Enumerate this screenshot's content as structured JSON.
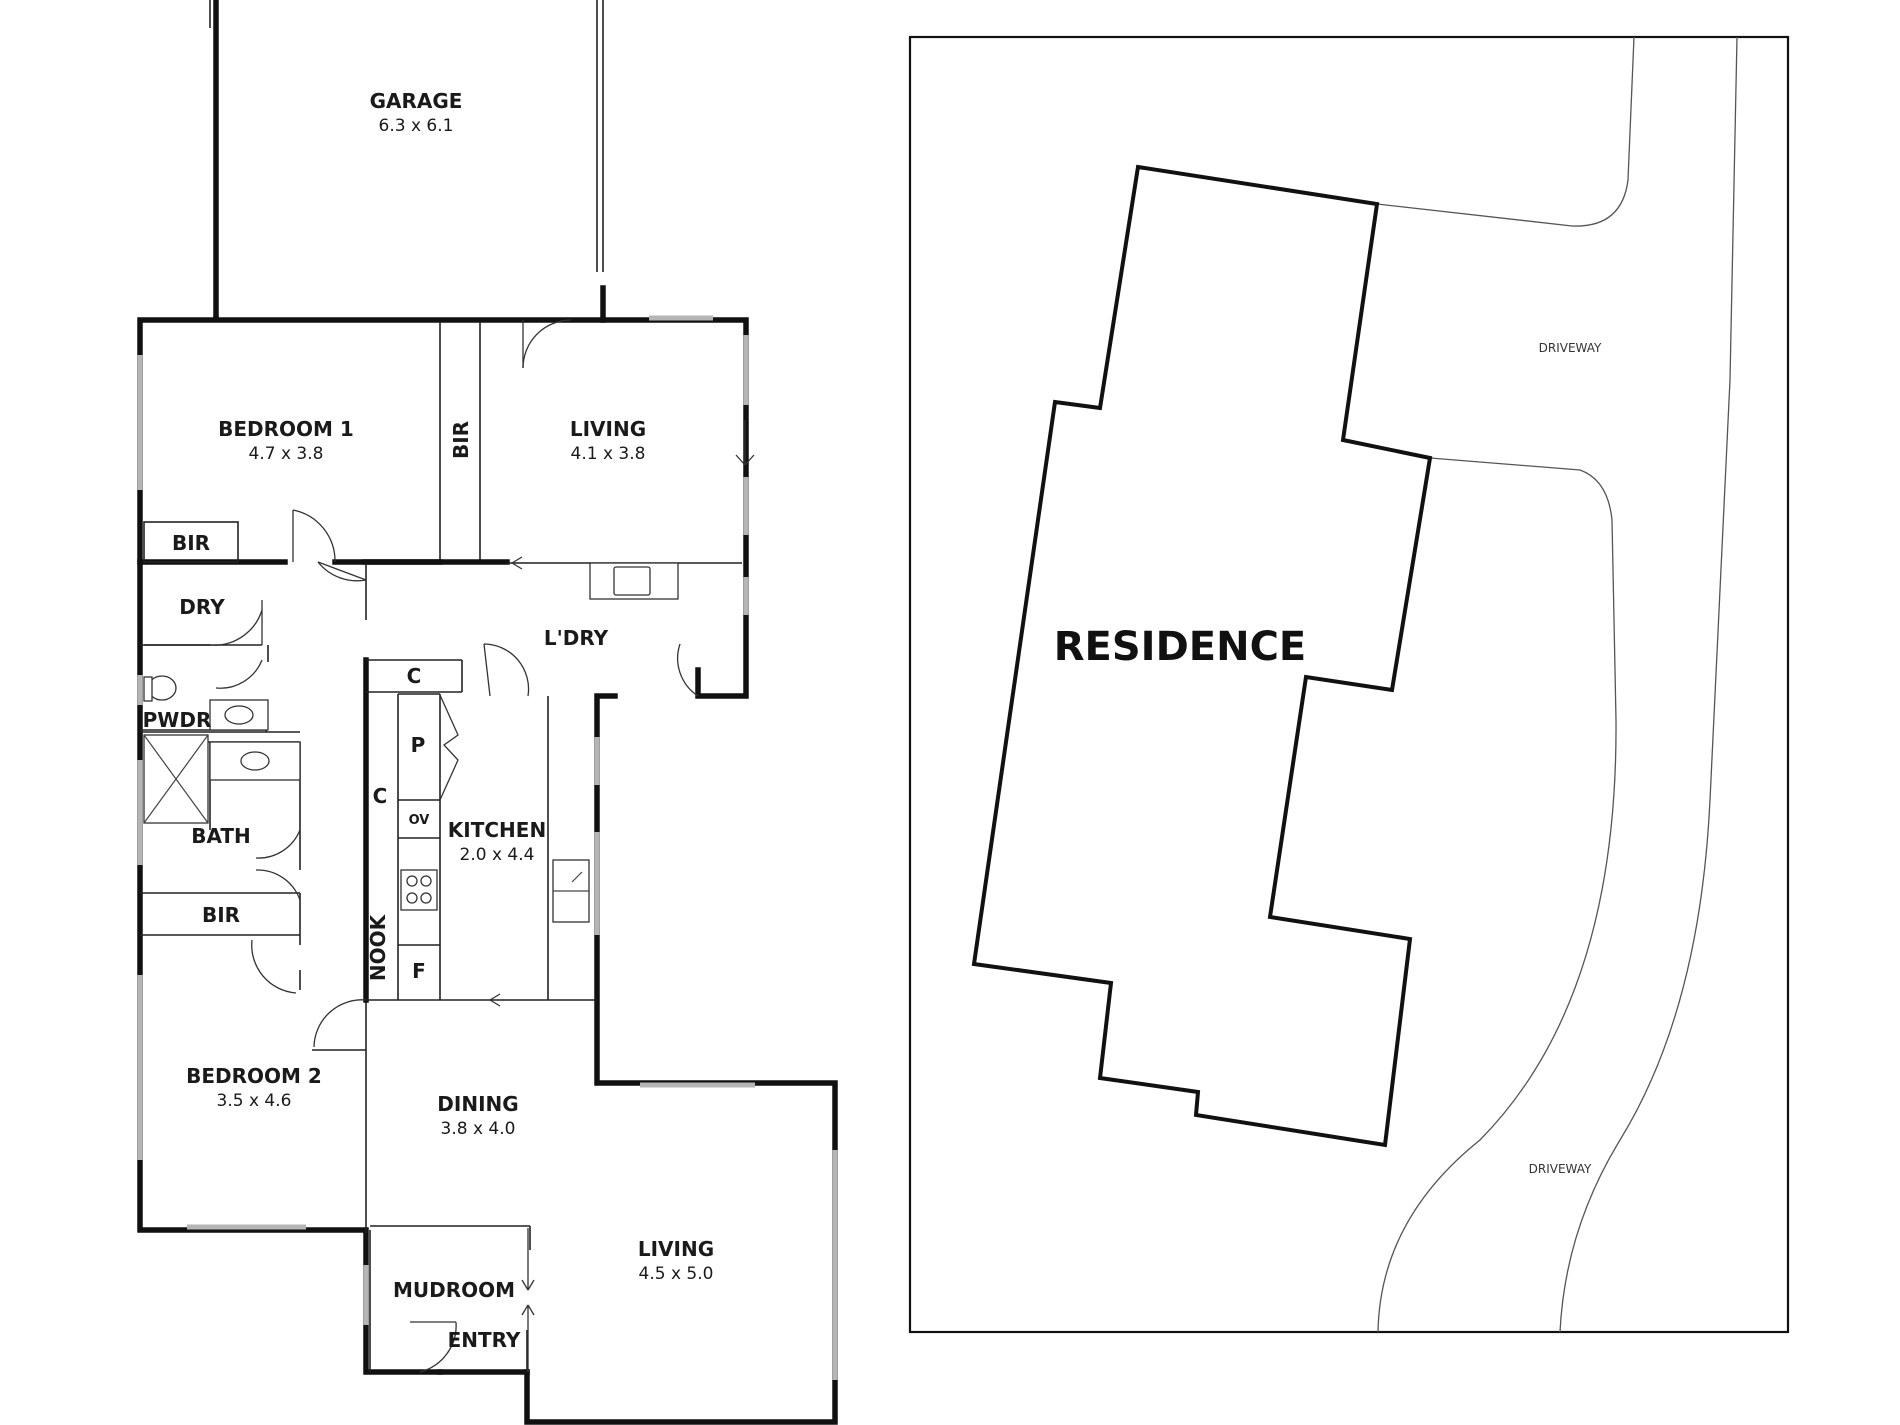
{
  "floor_plan": {
    "rooms": {
      "garage": {
        "label": "GARAGE",
        "size": "6.3 x 6.1"
      },
      "bedroom1": {
        "label": "BEDROOM 1",
        "size": "4.7 x 3.8"
      },
      "bir_bed1": {
        "label": "BIR"
      },
      "living_top": {
        "label": "LIVING",
        "size": "4.1 x 3.8"
      },
      "bir_left": {
        "label": "BIR"
      },
      "dry": {
        "label": "DRY"
      },
      "laundry": {
        "label": "L'DRY"
      },
      "cupboard_top": {
        "label": "C"
      },
      "pantry": {
        "label": "P"
      },
      "cupboard_side": {
        "label": "C"
      },
      "oven": {
        "label": "OV"
      },
      "fridge": {
        "label": "F"
      },
      "nook": {
        "label": "NOOK"
      },
      "kitchen": {
        "label": "KITCHEN",
        "size": "2.0 x 4.4"
      },
      "powder": {
        "label": "PWDR"
      },
      "bath": {
        "label": "BATH"
      },
      "bir_bed2": {
        "label": "BIR"
      },
      "bedroom2": {
        "label": "BEDROOM 2",
        "size": "3.5 x 4.6"
      },
      "dining": {
        "label": "DINING",
        "size": "3.8 x 4.0"
      },
      "mudroom": {
        "label": "MUDROOM"
      },
      "entry": {
        "label": "ENTRY"
      },
      "living_bottom": {
        "label": "LIVING",
        "size": "4.5 x 5.0"
      }
    }
  },
  "site_plan": {
    "residence_label": "RESIDENCE",
    "driveway_top": "DRIVEWAY",
    "driveway_bottom": "DRIVEWAY"
  }
}
